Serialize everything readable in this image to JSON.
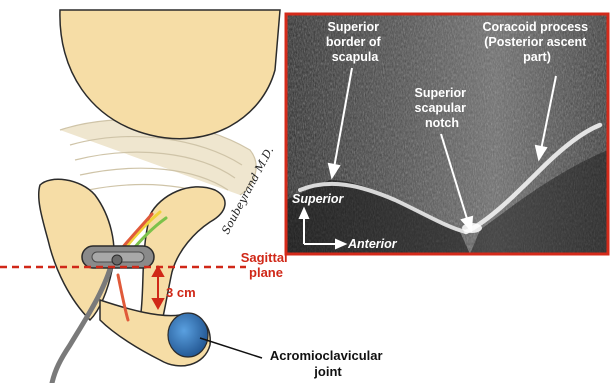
{
  "illustration": {
    "signature": "Soubeyrand M.D.",
    "measurement_label": "3 cm",
    "plane_label": [
      "Sagittal",
      "plane"
    ],
    "joint_label": [
      "Acromioclavicular",
      "joint"
    ]
  },
  "ultrasound": {
    "labels": {
      "superior_border": [
        "Superior",
        "border  of",
        "scapula"
      ],
      "coracoid": [
        "Coracoid process",
        "(Posterior ascent",
        "part)"
      ],
      "notch": [
        "Superior",
        "scapular",
        "notch"
      ]
    },
    "orientation": {
      "superior": "Superior",
      "anterior": "Anterior"
    }
  },
  "colors": {
    "bone": "#f6dda6",
    "bone_outline": "#2b2b2b",
    "rib": "#ece4cf",
    "probe": "#8a8a8a",
    "frame": "#d42a1a",
    "accent_red": "#d02818",
    "joint_blue": "#2f6fb0"
  }
}
